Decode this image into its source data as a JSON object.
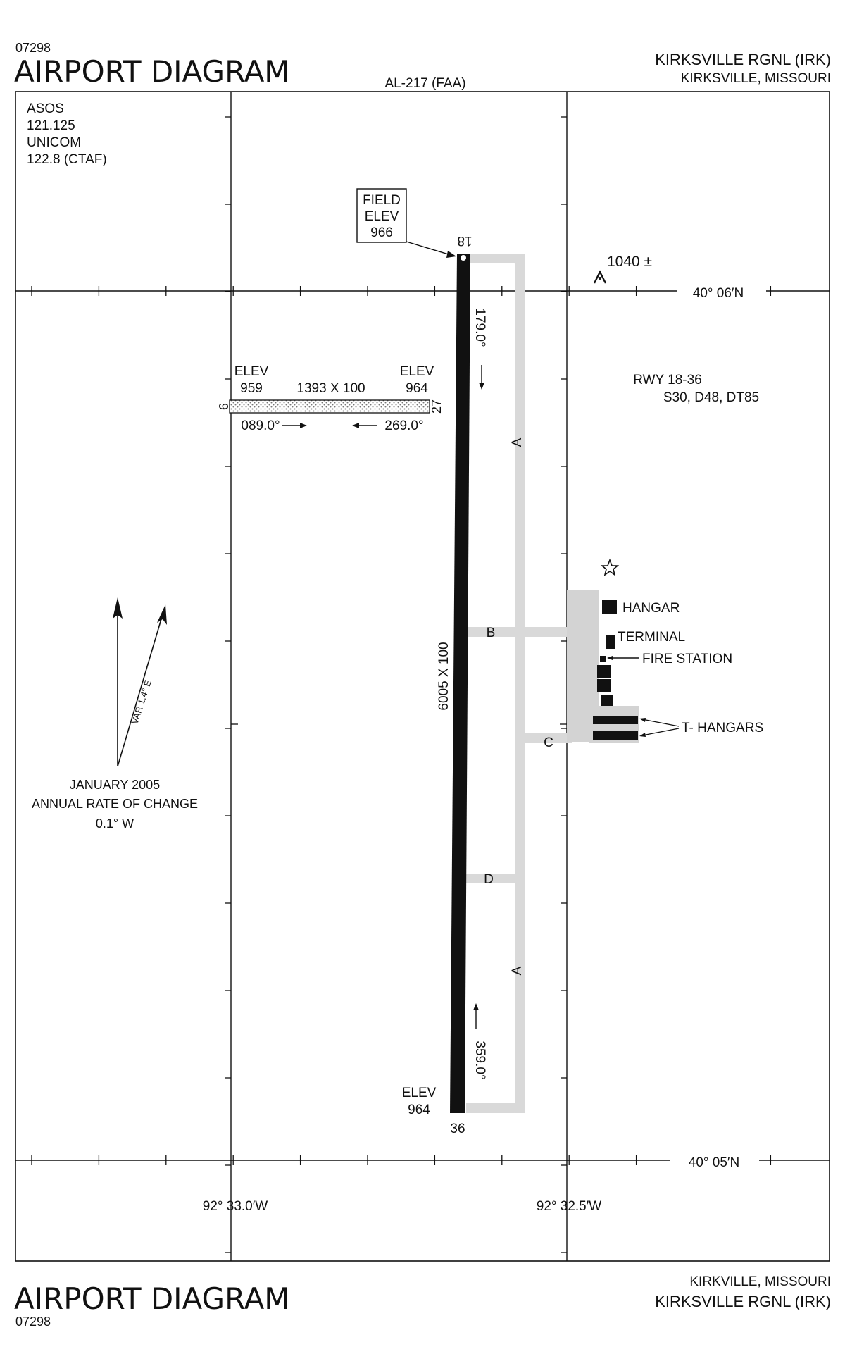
{
  "header": {
    "code_top": "07298",
    "title_top": "AIRPORT DIAGRAM",
    "chart_id": "AL-217 (FAA)",
    "airport_top": "KIRKSVILLE RGNL (IRK)",
    "city_top": "KIRKSVILLE, MISSOURI"
  },
  "footer": {
    "title_bottom": "AIRPORT DIAGRAM",
    "code_bottom": "07298",
    "city_bottom": "KIRKVILLE, MISSOURI",
    "airport_bottom": "KIRKSVILLE RGNL (IRK)"
  },
  "comms": {
    "asos_label": "ASOS",
    "asos_freq": "121.125",
    "unicom_label": "UNICOM",
    "unicom_freq": "122.8 (CTAF)"
  },
  "field_elev": {
    "line1": "FIELD",
    "line2": "ELEV",
    "value": "966"
  },
  "obstacle": {
    "label": "1040 ±"
  },
  "latitudes": {
    "north": "40° 06′N",
    "south": "40° 05′N"
  },
  "longitudes": {
    "west": "92° 33.0′W",
    "east": "92° 32.5′W"
  },
  "runway_main": {
    "end_north": "18",
    "end_south": "36",
    "dimensions": "6005 X 100",
    "heading_north": "179.0°",
    "heading_south": "359.0°",
    "elev_label": "ELEV",
    "elev_south": "964",
    "info_title": "RWY 18-36",
    "info_strength": "S30, D48, DT85"
  },
  "runway_cross": {
    "end_west": "9",
    "end_east": "27",
    "dimensions": "1393 X 100",
    "elev_label": "ELEV",
    "elev_west": "959",
    "elev_east": "964",
    "heading_west": "089.0°",
    "heading_east": "269.0°"
  },
  "taxiways": {
    "a": "A",
    "b": "B",
    "c": "C",
    "d": "D"
  },
  "buildings": {
    "hangar": "HANGAR",
    "terminal": "TERMINAL",
    "fire_station": "FIRE STATION",
    "t_hangars": "T- HANGARS"
  },
  "magnetic": {
    "variation": "VAR 1.4° E",
    "date": "JANUARY 2005",
    "rate_label": "ANNUAL RATE OF CHANGE",
    "rate": "0.1° W"
  },
  "colors": {
    "runway": "#111111",
    "taxiway": "#d9d9d9",
    "apron": "#d3d3d3",
    "ink": "#111111"
  }
}
